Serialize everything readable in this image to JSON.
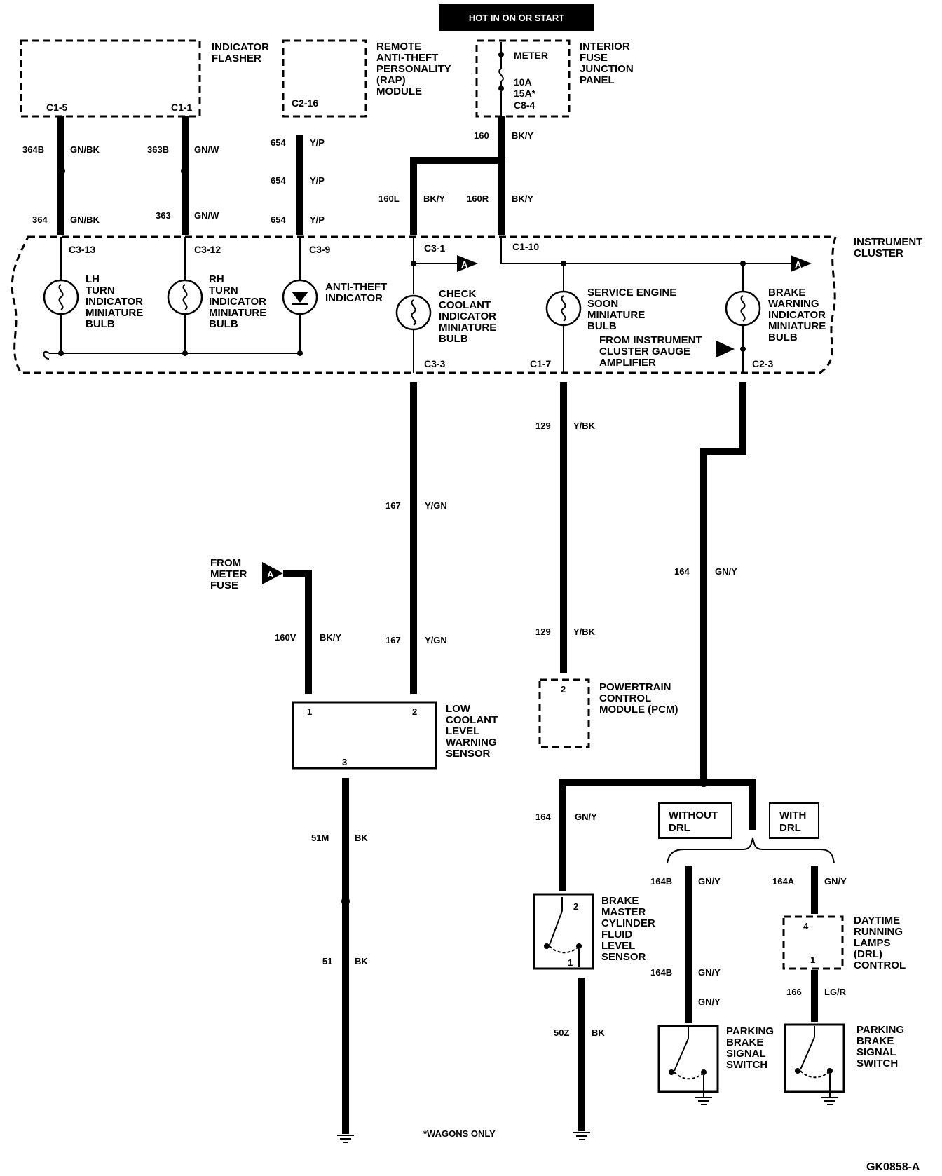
{
  "header": {
    "hot_label": "HOT IN ON OR START"
  },
  "modules": {
    "indicator_flasher": [
      "INDICATOR",
      "FLASHER"
    ],
    "rap_module": [
      "REMOTE",
      "ANTI-THEFT",
      "PERSONALITY",
      "(RAP)",
      "MODULE"
    ],
    "fuse_panel": [
      "INTERIOR",
      "FUSE",
      "JUNCTION",
      "PANEL"
    ],
    "instrument_cluster": [
      "INSTRUMENT",
      "CLUSTER"
    ],
    "low_coolant_sensor": [
      "LOW",
      "COOLANT",
      "LEVEL",
      "WARNING",
      "SENSOR"
    ],
    "pcm": [
      "POWERTRAIN",
      "CONTROL",
      "MODULE (PCM)"
    ],
    "brake_fluid_sensor": [
      "BRAKE",
      "MASTER",
      "CYLINDER",
      "FLUID",
      "LEVEL",
      "SENSOR"
    ],
    "parking_switch_1": [
      "PARKING",
      "BRAKE",
      "SIGNAL",
      "SWITCH"
    ],
    "parking_switch_2": [
      "PARKING",
      "BRAKE",
      "SIGNAL",
      "SWITCH"
    ],
    "drl_control": [
      "DAYTIME",
      "RUNNING",
      "LAMPS",
      "(DRL)",
      "CONTROL"
    ],
    "from_meter_fuse": [
      "FROM",
      "METER",
      "FUSE"
    ],
    "from_gauge_amp": [
      "FROM INSTRUMENT",
      "CLUSTER GAUGE",
      "AMPLIFIER"
    ]
  },
  "fuse": {
    "name": "METER",
    "rating_1": "10A",
    "rating_2": "15A*",
    "connector": "C8-4"
  },
  "bulbs": {
    "lh_turn": [
      "LH",
      "TURN",
      "INDICATOR",
      "MINIATURE",
      "BULB"
    ],
    "rh_turn": [
      "RH",
      "TURN",
      "INDICATOR",
      "MINIATURE",
      "BULB"
    ],
    "anti_theft": [
      "ANTI-THEFT",
      "INDICATOR"
    ],
    "check_coolant": [
      "CHECK",
      "COOLANT",
      "INDICATOR",
      "MINIATURE",
      "BULB"
    ],
    "service_engine": [
      "SERVICE ENGINE",
      "SOON",
      "MINIATURE",
      "BULB"
    ],
    "brake_warning": [
      "BRAKE",
      "WARNING",
      "INDICATOR",
      "MINIATURE",
      "BULB"
    ]
  },
  "connectors": {
    "c1_5": "C1-5",
    "c1_1": "C1-1",
    "c2_16": "C2-16",
    "c3_13": "C3-13",
    "c3_12": "C3-12",
    "c3_9": "C3-9",
    "c3_1": "C3-1",
    "c1_10": "C1-10",
    "c3_3": "C3-3",
    "c1_7": "C1-7",
    "c2_3": "C2-3"
  },
  "wires": {
    "w364b": {
      "circuit": "364B",
      "color": "GN/BK"
    },
    "w363b": {
      "circuit": "363B",
      "color": "GN/W"
    },
    "w654a": {
      "circuit": "654",
      "color": "Y/P"
    },
    "w654b": {
      "circuit": "654",
      "color": "Y/P"
    },
    "w654c": {
      "circuit": "654",
      "color": "Y/P"
    },
    "w364": {
      "circuit": "364",
      "color": "GN/BK"
    },
    "w363": {
      "circuit": "363",
      "color": "GN/W"
    },
    "w160": {
      "circuit": "160",
      "color": "BK/Y"
    },
    "w160l": {
      "circuit": "160L",
      "color": "BK/Y"
    },
    "w160r": {
      "circuit": "160R",
      "color": "BK/Y"
    },
    "w129a": {
      "circuit": "129",
      "color": "Y/BK"
    },
    "w129b": {
      "circuit": "129",
      "color": "Y/BK"
    },
    "w167a": {
      "circuit": "167",
      "color": "Y/GN"
    },
    "w167b": {
      "circuit": "167",
      "color": "Y/GN"
    },
    "w160v": {
      "circuit": "160V",
      "color": "BK/Y"
    },
    "w164a": {
      "circuit": "164",
      "color": "GN/Y"
    },
    "w164b": {
      "circuit": "164",
      "color": "GN/Y"
    },
    "w164bb1": {
      "circuit": "164B",
      "color": "GN/Y"
    },
    "w164bb2": {
      "circuit": "164B",
      "color": "GN/Y"
    },
    "w164bb3": {
      "color": "GN/Y"
    },
    "w164aa": {
      "circuit": "164A",
      "color": "GN/Y"
    },
    "w166": {
      "circuit": "166",
      "color": "LG/R"
    },
    "w51m": {
      "circuit": "51M",
      "color": "BK"
    },
    "w51": {
      "circuit": "51",
      "color": "BK"
    },
    "w50z": {
      "circuit": "50Z",
      "color": "BK"
    }
  },
  "pins": {
    "lcs_1": "1",
    "lcs_2": "2",
    "lcs_3": "3",
    "pcm_2": "2",
    "bmc_2": "2",
    "bmc_1": "1",
    "drl_4": "4",
    "drl_1": "1"
  },
  "drl_options": {
    "without": [
      "WITHOUT",
      "DRL"
    ],
    "with": [
      "WITH",
      "DRL"
    ]
  },
  "off_page_ref": "A",
  "footnote": "*WAGONS ONLY",
  "figure_id": "GK0858-A"
}
